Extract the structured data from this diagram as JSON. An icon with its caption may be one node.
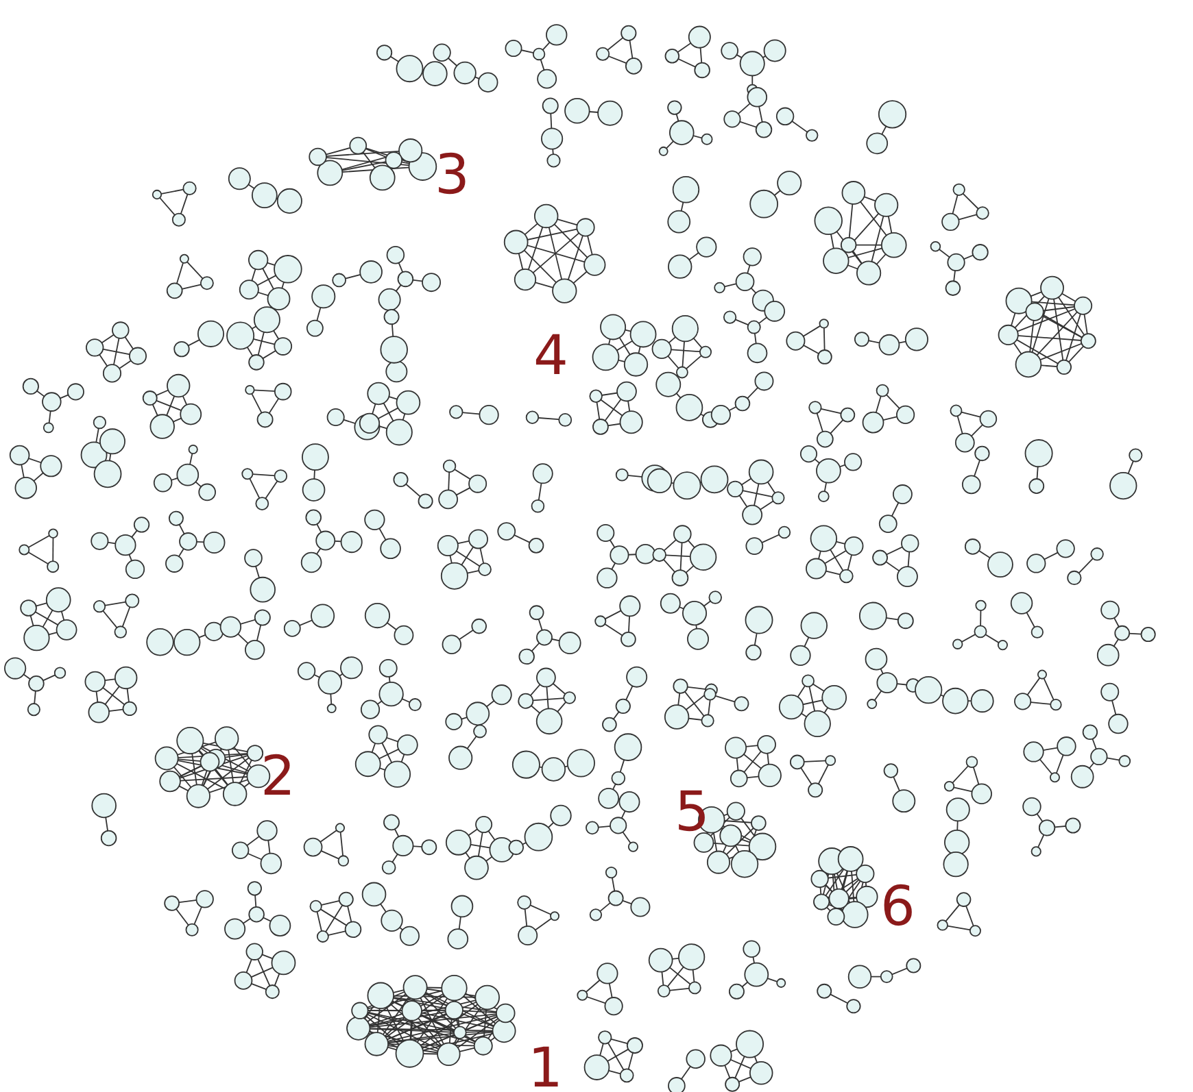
{
  "diagram": {
    "labels": [
      "3",
      "4",
      "2",
      "5",
      "6",
      "1"
    ]
  }
}
